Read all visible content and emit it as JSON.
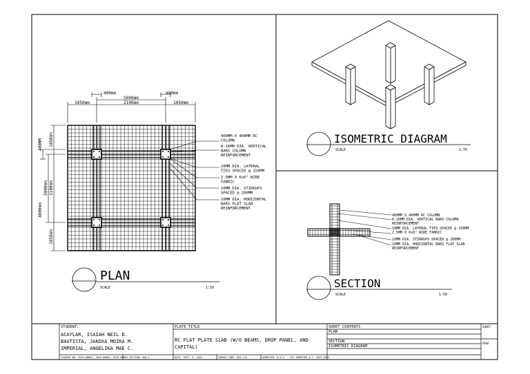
{
  "plan": {
    "title": "PLAN",
    "scale_label": "SCALE",
    "scale_value": "1:50",
    "dimensions": {
      "top_400_left": "400mm",
      "top_400_right": "400mm",
      "top_5000": "5000mm",
      "top_1050_left": "1050mm",
      "top_2100": "2100mm",
      "top_1050_right": "1050mm",
      "side_400": "400MM",
      "side_1050_top": "1050mm",
      "side_5000": "5000mm",
      "side_2100": "2100mm",
      "side_4000": "4000mm",
      "side_1050_bottom": "1050mm"
    },
    "callouts": [
      [
        "400MM X 400MM RC",
        "COLUMN"
      ],
      [
        "8-16MM DIA. VERTICAL",
        "BARS COLUMN",
        "REINFORCEMENT"
      ],
      [
        "10MM DIA. LATERAL",
        "TIES SPACED @ 150MM"
      ],
      [
        "2.5MM X 6x6\" WIRE",
        "FABRIC"
      ],
      [
        "10MM DIA. STIRRUPS",
        "SPACED @ 200MM"
      ],
      [
        "10MM DIA. HORIZONTAL",
        "BARS FLAT SLAB",
        "REINFORCEMENT"
      ]
    ]
  },
  "isometric": {
    "title": "ISOMETRIC DIAGRAM",
    "scale_label": "SCALE",
    "scale_value": "1:70"
  },
  "section": {
    "title": "SECTION",
    "scale_label": "SCALE",
    "scale_value": "1:50",
    "callouts": [
      "400MM X 400MM RC COLUMN",
      "8-16MM DIA. VERTICAL BARS COLUMN",
      "REINFORCEMENT",
      "10MM DIA. LATERAL TIES SPACED @ 150MM",
      "2.5MM X 6x6\" WIRE FABRIC",
      "10MM DIA. STIRRUPS SPACED @ 200MM",
      "10MM DIA. HORIZONTAL BARS FLAT SLAB",
      "REINFORCEMENT"
    ]
  },
  "title_block": {
    "student_label": "STUDENT:",
    "students": [
      "ACAYLAR, ISAIAH NEIL D.",
      "BAUTISTA, JANIKA MOIRA M.",
      "IMPERIAL, ANGELIKA MAE C."
    ],
    "student_info": "STUDENT NO: 2019-00001, 2019-00002, 2019-00003    SECTION: 4AR-2",
    "plate_title_label": "PLATE TITLE",
    "plate_title": [
      "RC FLAT PLATE SLAB (W/O BEAMS, DROP PANEL, AND",
      "CAPITAL)"
    ],
    "date_info": "DATE: SEPT. 9, 2022",
    "course_info": "COURSE CODE: ARS 113",
    "semester_info": "SEMESTER: B.A.Y. - 1ST SEMESTER A.Y. 2022-2023",
    "sheet_contents_label": "SHEET CONTENTS",
    "sheet_contents": [
      "PLAN",
      "SECTION",
      "ISOMETRIC DIAGRAM"
    ],
    "sheet_label": "SHEET",
    "page_label": "PAGE"
  }
}
